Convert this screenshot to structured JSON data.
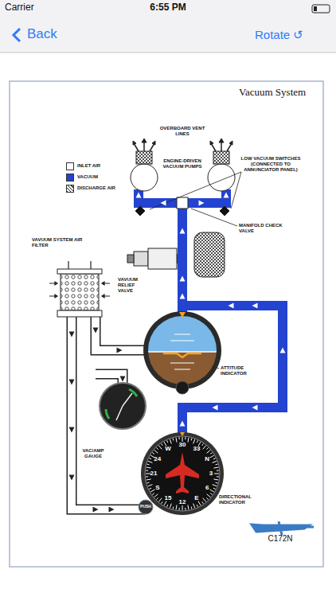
{
  "diagram": {
    "title": "Vacuum System",
    "labels": [
      "Carrier",
      "6:55 PM",
      "Back",
      "Rotate ↺",
      "OVERBOARD VENT LINES",
      "ENGINE-DRIVEN VACUUM PUMPS",
      "LOW VACUUM SWITCHES (CONNECTED TO ANNUNCIATOR PANEL)",
      "MANIFOLD CHECK VALVE",
      "VAVUUM SYSTEM AIR FILTER",
      "VAVUUM RELIEF VALVE",
      "ATTITUDE INDICATOR",
      "VAC/AMP GAUGE",
      "DIRECTIONAL INDICATOR",
      "PUSH",
      "C172N",
      "30",
      "33",
      "N",
      "3",
      "6",
      "E",
      "12",
      "15",
      "S",
      "21",
      "24",
      "W"
    ],
    "legend": [
      {
        "text": "INLET AIR",
        "color": "#ffffff"
      },
      {
        "text": "VACUUM",
        "color": "#2343d0"
      },
      {
        "text": "DISCHARGE AIR"
      }
    ]
  }
}
